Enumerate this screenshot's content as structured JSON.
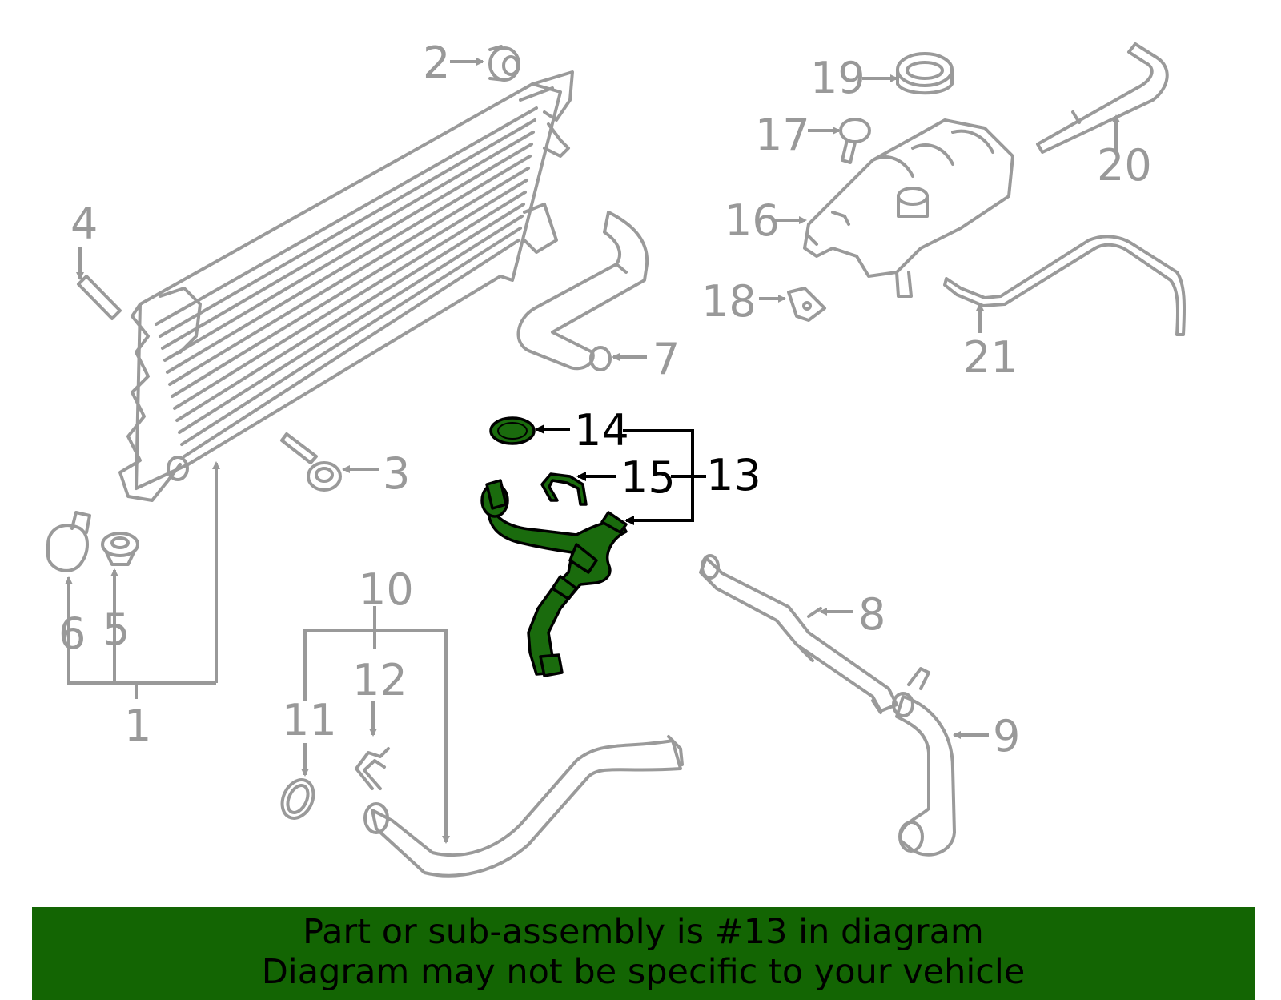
{
  "highlight_color": "#1a6b0d",
  "banner": {
    "line1": "Part or sub-assembly is #13 in diagram",
    "line2": "Diagram may not be specific to your vehicle",
    "background": "#136503"
  },
  "callouts": {
    "c1": "1",
    "c2": "2",
    "c3": "3",
    "c4": "4",
    "c5": "5",
    "c6": "6",
    "c7": "7",
    "c8": "8",
    "c9": "9",
    "c10": "10",
    "c11": "11",
    "c12": "12",
    "c13": "13",
    "c14": "14",
    "c15": "15",
    "c16": "16",
    "c17": "17",
    "c18": "18",
    "c19": "19",
    "c20": "20",
    "c21": "21"
  }
}
